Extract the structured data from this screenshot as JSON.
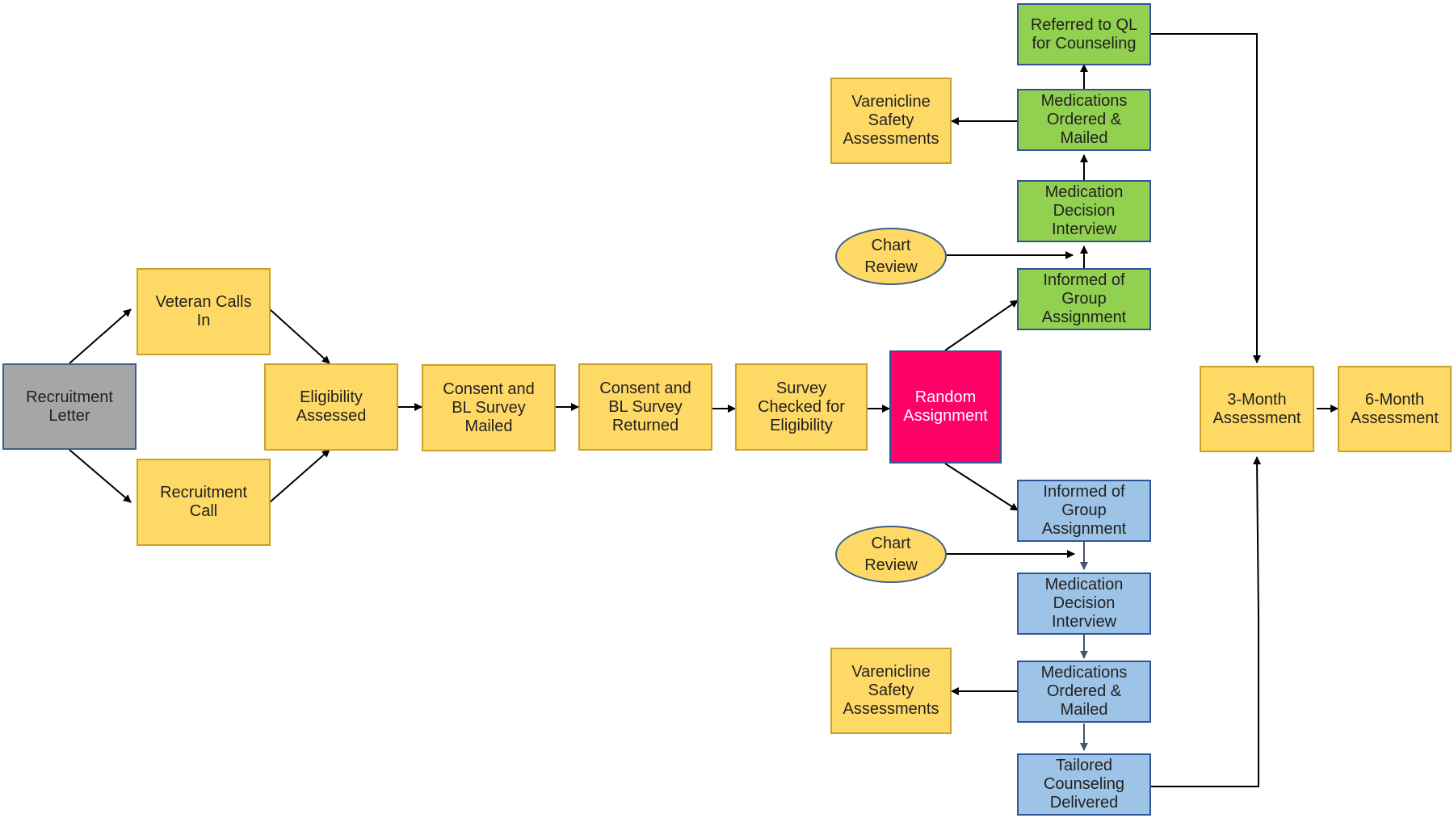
{
  "nodes": {
    "recruitment_letter": "Recruitment\nLetter",
    "veteran_calls_in": "Veteran Calls\nIn",
    "recruitment_call": "Recruitment\nCall",
    "eligibility_assessed": "Eligibility\nAssessed",
    "consent_mailed": "Consent and\nBL Survey\nMailed",
    "consent_returned": "Consent and\nBL Survey\nReturned",
    "survey_checked": "Survey\nChecked for\nEligibility",
    "random_assignment": "Random\nAssignment",
    "green_referred": "Referred to QL\nfor Counseling",
    "green_varenicline": "Varenicline\nSafety\nAssessments",
    "green_meds_ordered": "Medications\nOrdered &\nMailed",
    "green_med_decision": "Medication\nDecision\nInterview",
    "green_chart_review": "Chart\nReview",
    "green_informed": "Informed of\nGroup\nAssignment",
    "blue_informed": "Informed of\nGroup\nAssignment",
    "blue_chart_review": "Chart\nReview",
    "blue_med_decision": "Medication\nDecision\nInterview",
    "blue_varenicline": "Varenicline\nSafety\nAssessments",
    "blue_meds_ordered": "Medications\nOrdered &\nMailed",
    "blue_tailored": "Tailored\nCounseling\nDelivered",
    "three_month": "3-Month\nAssessment",
    "six_month": "6-Month\nAssessment"
  },
  "colors": {
    "yellow": "#ffd966",
    "green": "#92d050",
    "blue": "#9dc3e6",
    "grey": "#a6a6a6",
    "pink": "#ff0066"
  }
}
